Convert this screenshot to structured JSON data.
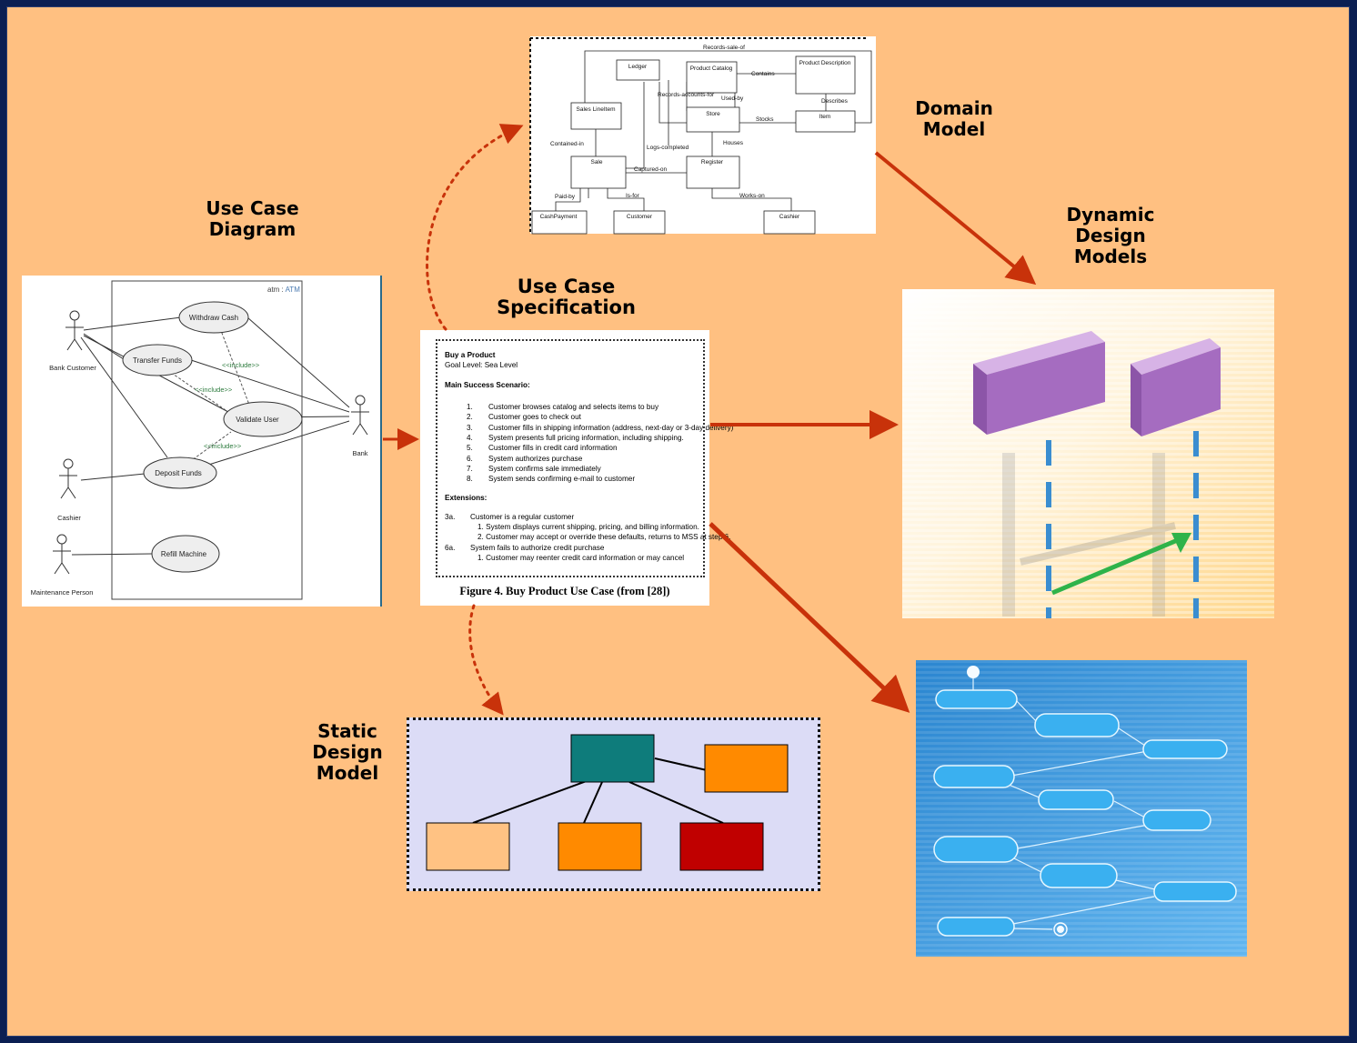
{
  "colors": {
    "background": "#ffc081",
    "frame": "#0b1f52",
    "arrow": "#c8320a",
    "static_teal": "#0e7c7b",
    "static_orange": "#ff8a00",
    "static_red": "#c00000",
    "static_peach": "#ffc283",
    "dynamic_purple": "#a56cc0",
    "activity_blue": "#3a9be0"
  },
  "headings": {
    "use_case_diagram": [
      "Use Case",
      "Diagram"
    ],
    "use_case_specification": [
      "Use Case",
      "Specification"
    ],
    "domain_model": [
      "Domain",
      "Model"
    ],
    "dynamic_design_models": [
      "Dynamic",
      "Design",
      "Models"
    ],
    "static_design_model": [
      "Static",
      "Design",
      "Model"
    ]
  },
  "use_case_diagram": {
    "system": "atm : ATM",
    "actors": [
      "Bank Customer",
      "Bank",
      "Cashier",
      "Maintenance Person"
    ],
    "use_cases": [
      "Withdraw Cash",
      "Transfer Funds",
      "Validate User",
      "Deposit Funds",
      "Refill Machine"
    ],
    "include_label": "<<include>>"
  },
  "domain_model": {
    "top_label": "Records-sale-of",
    "classes": [
      "Ledger",
      "Product Catalog",
      "Product Description",
      "Sales LineItem",
      "Store",
      "Item",
      "Sale",
      "Register",
      "CashPayment",
      "Customer",
      "Cashier"
    ],
    "associations": [
      "Contains",
      "Describes",
      "Records-accounts-for",
      "Used-by",
      "Stocks",
      "Contained-in",
      "Logs-completed",
      "Houses",
      "Captured-on",
      "Paid-by",
      "Is-for",
      "Works-on"
    ]
  },
  "use_case_spec": {
    "title": "Buy a Product",
    "goal": "Goal Level:  Sea Level",
    "main_heading": "Main Success Scenario:",
    "steps": [
      {
        "n": "1.",
        "t": "Customer browses catalog and selects items to buy"
      },
      {
        "n": "2.",
        "t": "Customer goes to check out"
      },
      {
        "n": "3.",
        "t": "Customer fills in shipping information (address, next-day or 3-day delivery)"
      },
      {
        "n": "4.",
        "t": "System presents full pricing information, including shipping."
      },
      {
        "n": "5.",
        "t": "Customer fills in credit card information"
      },
      {
        "n": "6.",
        "t": "System authorizes purchase"
      },
      {
        "n": "7.",
        "t": "System confirms sale immediately"
      },
      {
        "n": "8.",
        "t": "System sends confirming e-mail to customer"
      }
    ],
    "ext_heading": "Extensions:",
    "extensions": [
      {
        "n": "3a.",
        "t": "Customer is a regular customer"
      },
      {
        "n": "",
        "t": "1. System displays current shipping, pricing, and billing information."
      },
      {
        "n": "",
        "t": "2. Customer may accept or override these defaults, returns to MSS at step 6."
      },
      {
        "n": "6a.",
        "t": "System fails to authorize credit purchase"
      },
      {
        "n": "",
        "t": "1. Customer may reenter credit card information or may cancel"
      }
    ],
    "caption": "Figure 4.  Buy Product Use Case (from [28])"
  }
}
